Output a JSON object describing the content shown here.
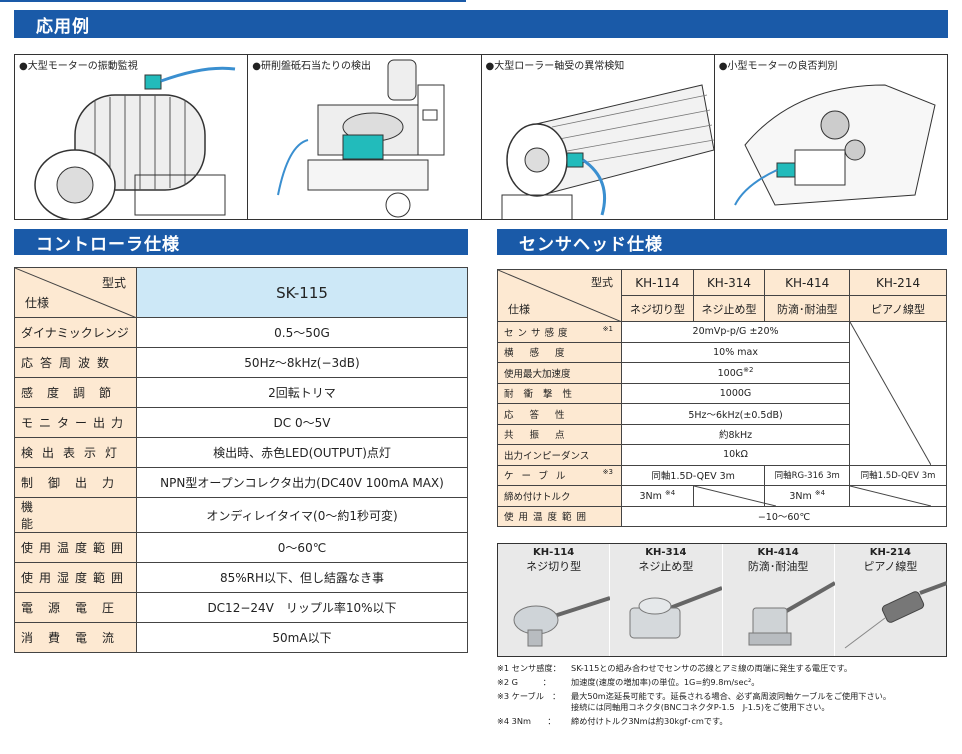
{
  "headers": {
    "applications": "応用例",
    "controller": "コントローラ仕様",
    "sensor": "センサヘッド仕様"
  },
  "applications": [
    {
      "label": "●大型モーターの振動監視"
    },
    {
      "label": "●研削盤砥石当たりの検出"
    },
    {
      "label": "●大型ローラー軸受の異常検知"
    },
    {
      "label": "●小型モーターの良否判別"
    }
  ],
  "controller": {
    "header_model": "型式",
    "header_spec": "仕様",
    "model": "SK-115",
    "rows": [
      {
        "label": "ダイナミックレンジ",
        "value": "0.5～50G"
      },
      {
        "label": "応答周波数",
        "value": "50Hz～8kHz(−3dB)"
      },
      {
        "label": "感度調節",
        "value": "2回転トリマ"
      },
      {
        "label": "モニター出力",
        "value": "DC 0～5V"
      },
      {
        "label": "検出表示灯",
        "value": "検出時、赤色LED(OUTPUT)点灯"
      },
      {
        "label": "制御出力",
        "value": "NPN型オープンコレクタ出力(DC40V 100mA MAX)"
      },
      {
        "label": "機能",
        "value": "オンディレイタイマ(0～約1秒可変)"
      },
      {
        "label": "使用温度範囲",
        "value": "0～60℃"
      },
      {
        "label": "使用湿度範囲",
        "value": "85%RH以下、但し結露なき事"
      },
      {
        "label": "電源電圧",
        "value": "DC12−24V　リップル率10%以下"
      },
      {
        "label": "消費電流",
        "value": "50mA以下"
      }
    ]
  },
  "sensor": {
    "header_model": "型式",
    "header_spec": "仕様",
    "models": [
      {
        "name": "KH-114",
        "type": "ネジ切り型"
      },
      {
        "name": "KH-314",
        "type": "ネジ止め型"
      },
      {
        "name": "KH-414",
        "type": "防滴･耐油型"
      },
      {
        "name": "KH-214",
        "type": "ピアノ線型"
      }
    ],
    "rows": {
      "sensitivity": {
        "label": "センサ感度",
        "mark": "※1",
        "value": "20mVp-p/G ±20%"
      },
      "cross": {
        "label": "横感度",
        "value": "10% max"
      },
      "max_accel": {
        "label": "使用最大加速度",
        "value": "100G",
        "mark": "※2"
      },
      "shock": {
        "label": "耐衝撃性",
        "value": "1000G"
      },
      "response": {
        "label": "応答性",
        "value": "5Hz～6kHz(±0.5dB)"
      },
      "resonance": {
        "label": "共振点",
        "value": "約8kHz"
      },
      "impedance": {
        "label": "出力インピーダンス",
        "value": "10kΩ"
      },
      "cable": {
        "label": "ケーブル",
        "mark": "※3",
        "v1": "同軸1.5D-QEV 3m",
        "v2": "同軸RG-316 3m",
        "v3": "同軸1.5D-QEV 3m"
      },
      "torque": {
        "label": "締め付けトルク",
        "v1": "3Nm",
        "m1": "※4",
        "v2": "3Nm",
        "m2": "※4"
      },
      "temp": {
        "label": "使用温度範囲",
        "value": "−10～60℃"
      }
    }
  },
  "notes": [
    {
      "key": "※1 センサ感度：",
      "text": "SK-115との組み合わせでセンサの芯線とアミ線の両端に発生する電圧です。"
    },
    {
      "key": "※2 G　　　：",
      "text": "加速度(速度の増加率)の単位。1G=約9.8m/sec²。"
    },
    {
      "key": "※3 ケーブル　：",
      "text": "最大50m迄延長可能です。延長される場合、必ず高周波同軸ケーブルをご使用下さい。",
      "text2": "接続には同軸用コネクタ(BNCコネクタP-1.5　J-1.5)をご使用下さい。"
    },
    {
      "key": "※4 3Nm　　：",
      "text": "締め付けトルク3Nmは約30kgf･cmです。"
    }
  ],
  "colors": {
    "banner": "#1a5aa8",
    "label_bg": "#fde9d2",
    "model_bg": "#cde8f7"
  }
}
